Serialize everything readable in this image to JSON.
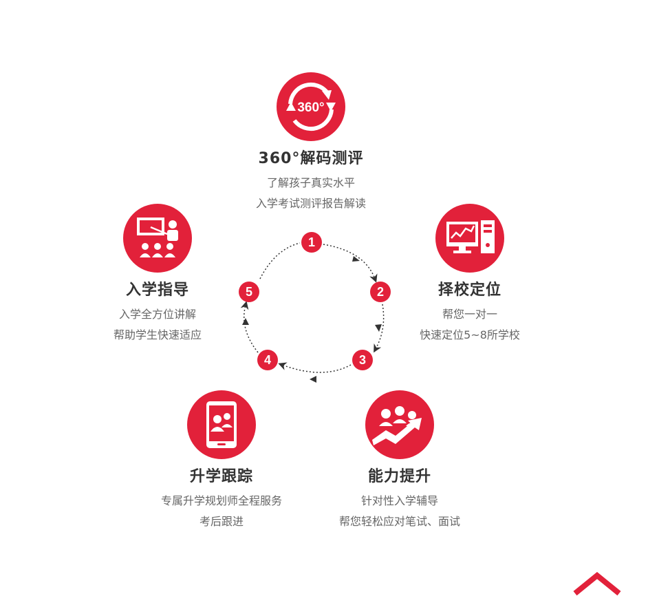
{
  "brand_color": "#e2213a",
  "steps": [
    {
      "number": "1",
      "title": "360°解码测评",
      "icon": "360-rotate-icon",
      "lines": [
        "了解孩子真实水平",
        "入学考试测评报告解读"
      ]
    },
    {
      "number": "2",
      "title": "择校定位",
      "icon": "computer-chart-icon",
      "lines": [
        "帮您一对一",
        "快速定位5~8所学校"
      ]
    },
    {
      "number": "3",
      "title": "能力提升",
      "icon": "growth-arrow-icon",
      "lines": [
        "针对性入学辅导",
        "帮您轻松应对笔试、面试"
      ]
    },
    {
      "number": "4",
      "title": "升学跟踪",
      "icon": "tablet-users-icon",
      "lines": [
        "专属升学规划师全程服务",
        "考后跟进"
      ]
    },
    {
      "number": "5",
      "title": "入学指导",
      "icon": "classroom-teacher-icon",
      "lines": [
        "入学全方位讲解",
        "帮助学生快速适应"
      ]
    }
  ],
  "icon_labels": {
    "rotate": "360°"
  },
  "scroll_top_icon": "chevron-up-icon"
}
